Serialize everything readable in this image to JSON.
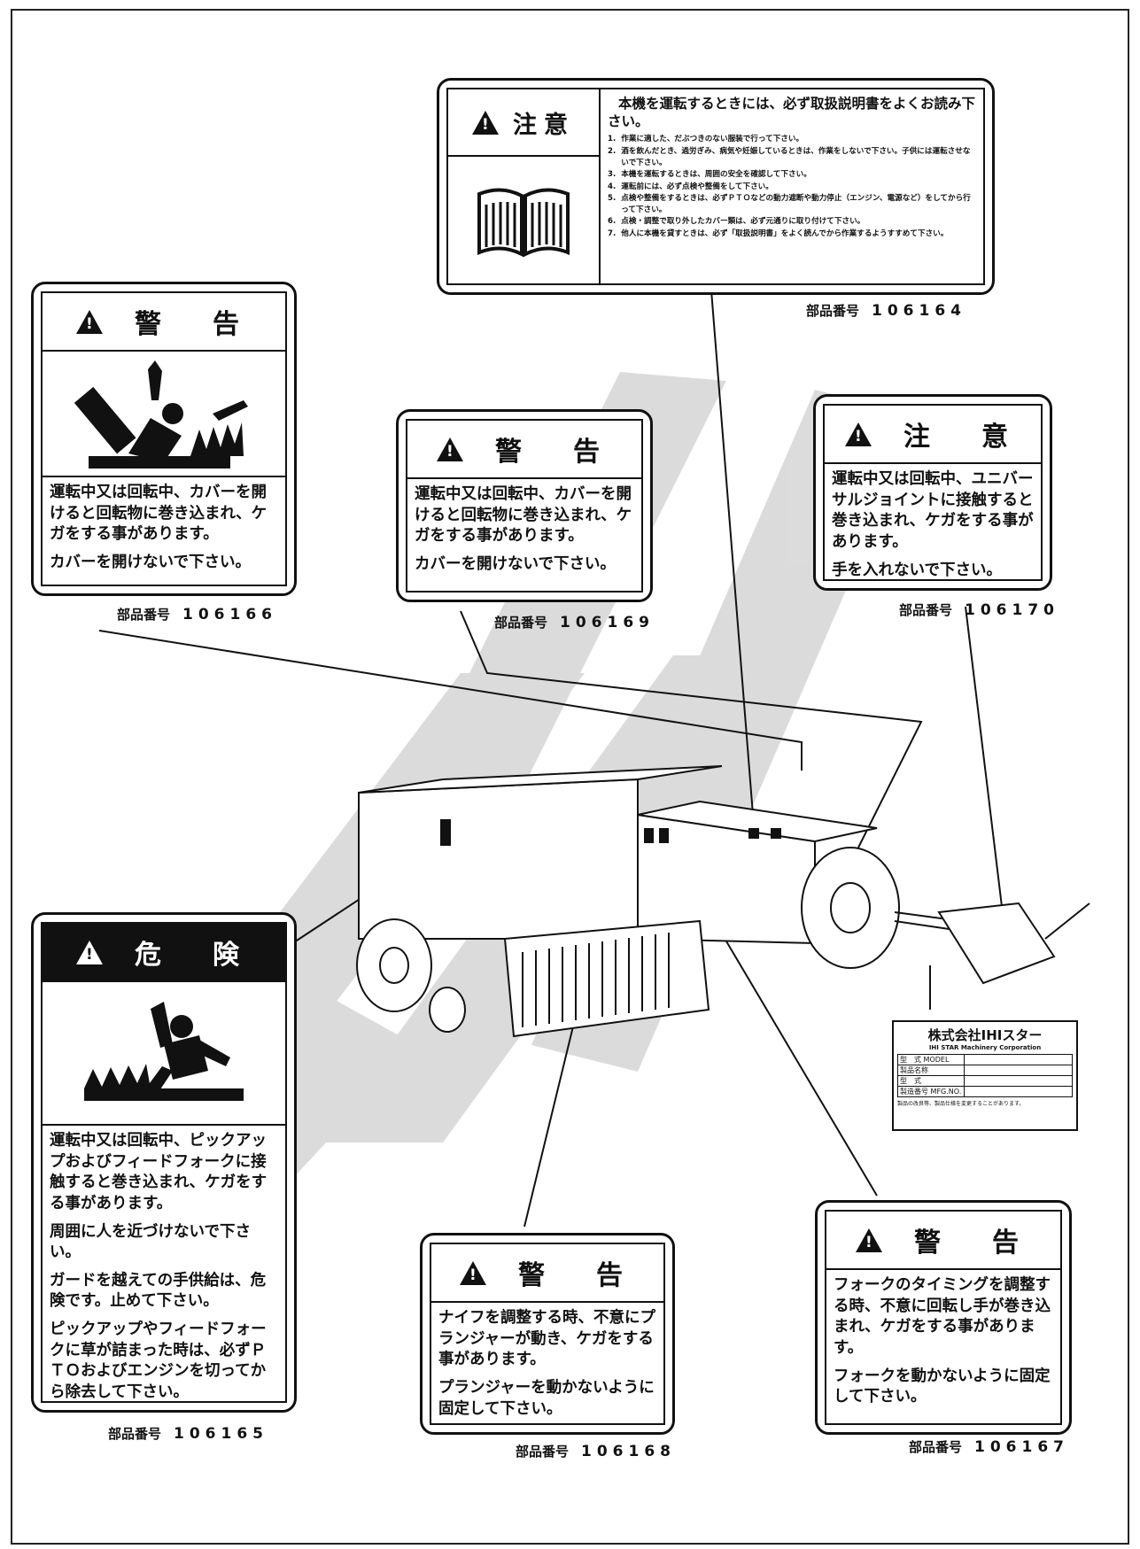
{
  "labels": {
    "manual": {
      "signal": "注意",
      "intro": "本機を運転するときには、必ず取扱説明書をよくお読み下さい。",
      "items": [
        {
          "n": "1.",
          "text": "作業に適した、だぶつきのない服装で行って下さい。"
        },
        {
          "n": "2.",
          "text": "酒を飲んだとき、過労ぎみ、病気や妊娠しているときは、作業をしないで下さい。子供には運転させないで下さい。"
        },
        {
          "n": "3.",
          "text": "本機を運転するときは、周囲の安全を確認して下さい。"
        },
        {
          "n": "4.",
          "text": "運転前には、必ず点検や整備をして下さい。"
        },
        {
          "n": "5.",
          "text": "点検や整備をするときは、必ずＰＴＯなどの動力遮断や動力停止（エンジン、電源など）をしてから行って下さい。"
        },
        {
          "n": "6.",
          "text": "点検・調整で取り外したカバー類は、必ず元通りに取り付けて下さい。"
        },
        {
          "n": "7.",
          "text": "他人に本機を貸すときは、必ず「取扱説明書」をよく読んでから作業するようすすめて下さい。"
        }
      ],
      "part_label": "部品番号",
      "part_no": "106164"
    },
    "warn_166": {
      "signal": "警　告",
      "text": "運転中又は回転中、カバーを開けると回転物に巻き込まれ、ケガをする事があります。",
      "text2": "カバーを開けないで下さい。",
      "part_label": "部品番号",
      "part_no": "106166"
    },
    "warn_169": {
      "signal": "警　告",
      "text": "運転中又は回転中、カバーを開けると回転物に巻き込まれ、ケガをする事があります。",
      "text2": "カバーを開けないで下さい。",
      "part_label": "部品番号",
      "part_no": "106169"
    },
    "caution_170": {
      "signal": "注　意",
      "text": "運転中又は回転中、ユニバーサルジョイントに接触すると巻き込まれ、ケガをする事があります。",
      "text2": "手を入れないで下さい。",
      "part_label": "部品番号",
      "part_no": "106170"
    },
    "danger_165": {
      "signal": "危　険",
      "text": "運転中又は回転中、ピックアップおよびフィードフォークに接触すると巻き込まれ、ケガをする事があります。",
      "text2": "周囲に人を近づけないで下さい。",
      "text3": "ガードを越えての手供給は、危険です。止めて下さい。",
      "text4": "ピックアップやフィードフォークに草が詰まった時は、必ずＰＴＯおよびエンジンを切ってから除去して下さい。",
      "part_label": "部品番号",
      "part_no": "106165"
    },
    "warn_168": {
      "signal": "警　告",
      "text": "ナイフを調整する時、不意にプランジャーが動き、ケガをする事があります。",
      "text2": "プランジャーを動かないように固定して下さい。",
      "part_label": "部品番号",
      "part_no": "106168"
    },
    "warn_167": {
      "signal": "警　告",
      "text": "フォークのタイミングを調整する時、不意に回転し手が巻き込まれ、ケガをする事があります。",
      "text2": "フォークを動かないように固定して下さい。",
      "part_label": "部品番号",
      "part_no": "106167"
    }
  },
  "nameplate": {
    "company": "株式会社IHIスター",
    "company_en": "IHI STAR Machinery Corporation",
    "rows": [
      "型　式 MODEL",
      "製品名称",
      "型　式",
      "製造番号 MFG.NO."
    ],
    "footer": "製品の改良等、製品仕様を変更することがあります。"
  },
  "icons": [
    "warning-triangle-icon",
    "open-book-icon",
    "person-entangled-icon",
    "person-falling-icon"
  ]
}
